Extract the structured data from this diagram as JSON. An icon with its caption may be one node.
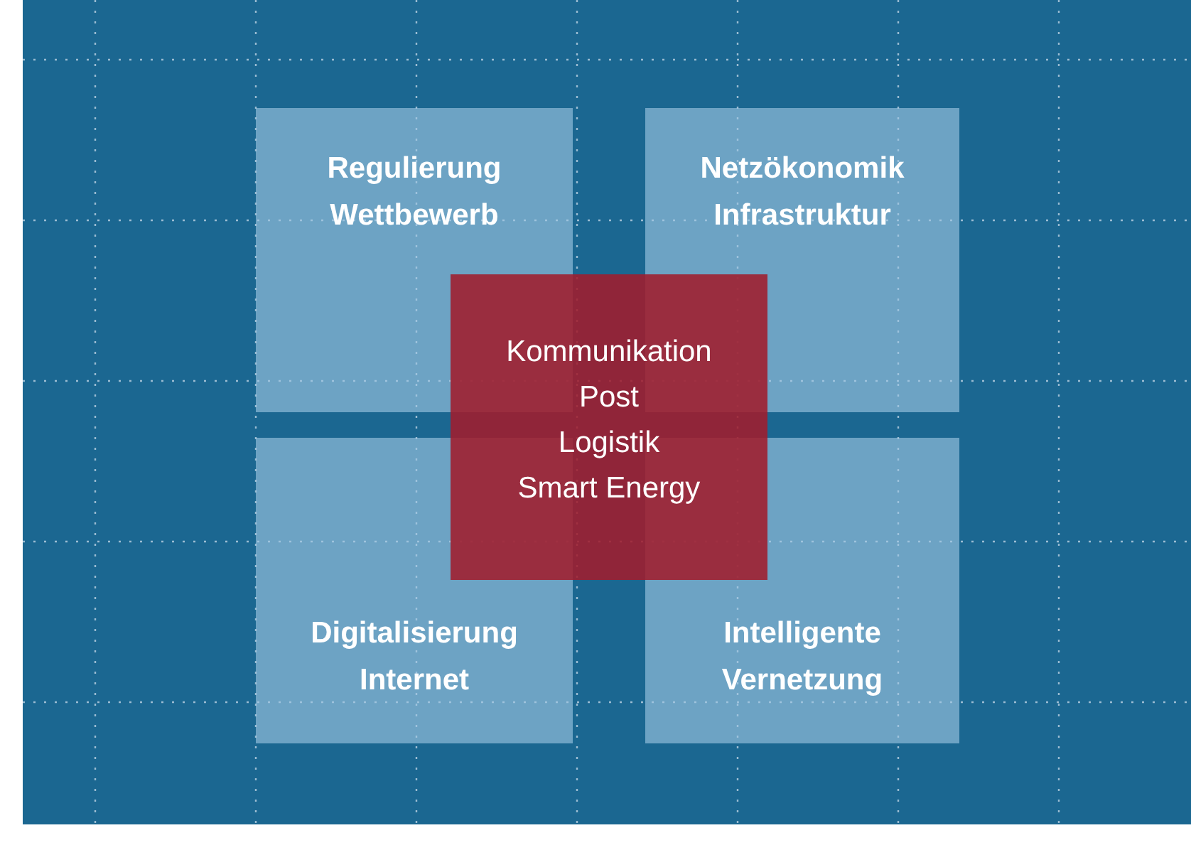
{
  "diagram": {
    "nodes": [
      {
        "text": [
          "Regulierung",
          "Wettbewerb"
        ]
      },
      {
        "text": [
          "Netzökonomik",
          "Infrastruktur"
        ]
      },
      {
        "text": [
          "Digitalisierung",
          "Internet"
        ]
      },
      {
        "text": [
          "Intelligente",
          "Vernetzung"
        ]
      },
      {
        "text": [
          "Kommunikation",
          "Post",
          "Logistik",
          "Smart Energy"
        ]
      }
    ]
  }
}
